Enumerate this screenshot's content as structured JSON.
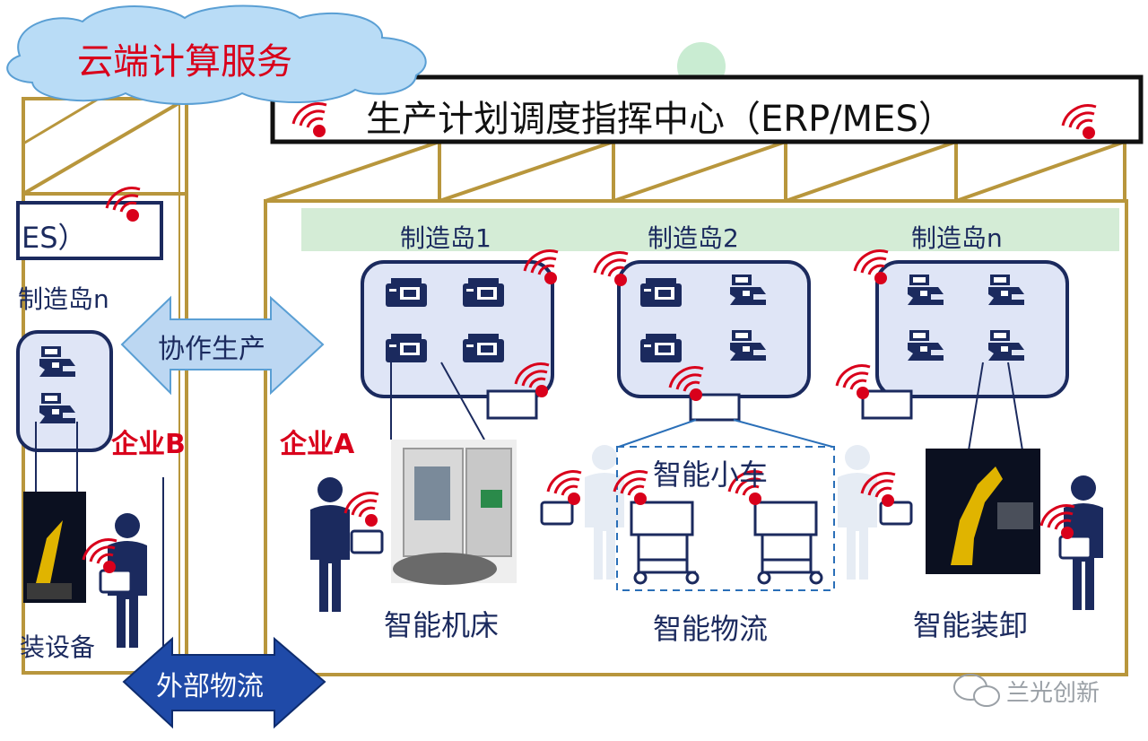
{
  "cloud": {
    "label": "云端计算服务"
  },
  "center": {
    "title": "生产计划调度指挥中心（ERP/MES）"
  },
  "islands": [
    {
      "label": "制造岛1"
    },
    {
      "label": "制造岛2"
    },
    {
      "label": "制造岛n"
    }
  ],
  "enterprise_a": {
    "label": "企业A"
  },
  "enterprise_b": {
    "label": "企业B",
    "partial_title": "ES）",
    "partial_island": "制造岛n",
    "partial_device": "装设备"
  },
  "arrows": {
    "collab": "协作生产",
    "external": "外部物流"
  },
  "items": {
    "machine_tool": "智能机床",
    "cart": "智能小车",
    "logistics": "智能物流",
    "loading": "智能装卸"
  },
  "watermark": {
    "text": "兰光创新"
  },
  "colors": {
    "frame": "#b8963c",
    "red": "#d9001b",
    "navy": "#1b2a5e",
    "island_fill": "#dfe5f6",
    "island_band": "#d4ecd6",
    "arrow_light": "#bcd7f2",
    "arrow_dark": "#1f4aa8"
  }
}
